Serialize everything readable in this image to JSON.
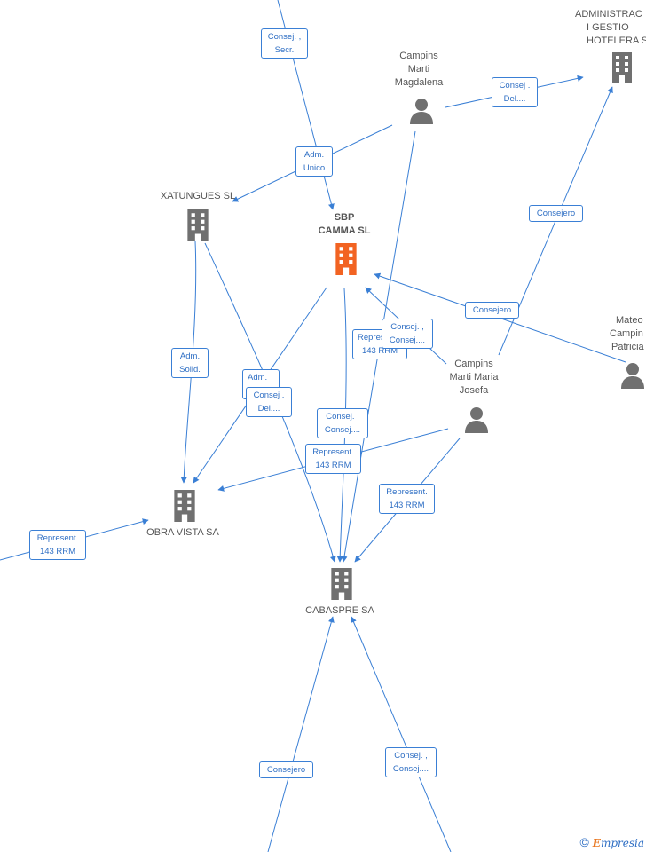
{
  "colors": {
    "edge": "#3a7fd5",
    "node_icon": "#707070",
    "main_icon": "#f26322"
  },
  "nodes": {
    "administrac": {
      "lines": [
        "ADMINISTRAC",
        "I GESTIO",
        "HOTELERA S"
      ],
      "icon": "building-icon"
    },
    "campins_magdalena": {
      "lines": [
        "Campins",
        "Marti",
        "Magdalena"
      ],
      "icon": "person-icon"
    },
    "xatungues": {
      "lines": [
        "XATUNGUES  SL"
      ],
      "icon": "building-icon"
    },
    "sbp_camma": {
      "lines": [
        "SBP",
        "CAMMA  SL"
      ],
      "icon": "building-icon"
    },
    "mateo": {
      "lines": [
        "Mateo",
        "Campin",
        "Patricia"
      ],
      "icon": "person-icon"
    },
    "campins_maria_josefa": {
      "lines": [
        "Campins",
        "Marti Maria",
        "Josefa"
      ],
      "icon": "person-icon"
    },
    "obra_vista": {
      "lines": [
        "OBRA VISTA SA"
      ],
      "icon": "building-icon"
    },
    "cabaspre": {
      "lines": [
        "CABASPRE SA"
      ],
      "icon": "building-icon"
    }
  },
  "edge_labels": {
    "consej_secr": [
      "Consej. ,",
      "Secr."
    ],
    "consej_del_top": [
      "Consej .",
      "Del...."
    ],
    "adm_unico": [
      "Adm.",
      "Unico"
    ],
    "consejero_admin": [
      "Consejero"
    ],
    "consejero_mateo": [
      "Consejero"
    ],
    "represent_sbp": [
      "Repres",
      "143 RRM"
    ],
    "consej_consej_sbp": [
      "Consej. ,",
      "Consej...."
    ],
    "adm_solid": [
      "Adm.",
      "Solid."
    ],
    "adm_small": [
      "Adm."
    ],
    "consej_del_mid": [
      "Consej .",
      "Del...."
    ],
    "consej_consej_mid": [
      "Consej. ,",
      "Consej...."
    ],
    "represent_mid": [
      "Represent.",
      "143 RRM"
    ],
    "represent_josefa": [
      "Represent.",
      "143 RRM"
    ],
    "represent_left": [
      "Represent.",
      "143 RRM"
    ],
    "consejero_bottom": [
      "Consejero"
    ],
    "consej_consej_bottom": [
      "Consej. ,",
      "Consej...."
    ]
  },
  "brand": {
    "copyright": "©",
    "initial": "E",
    "rest": "mpresia"
  }
}
